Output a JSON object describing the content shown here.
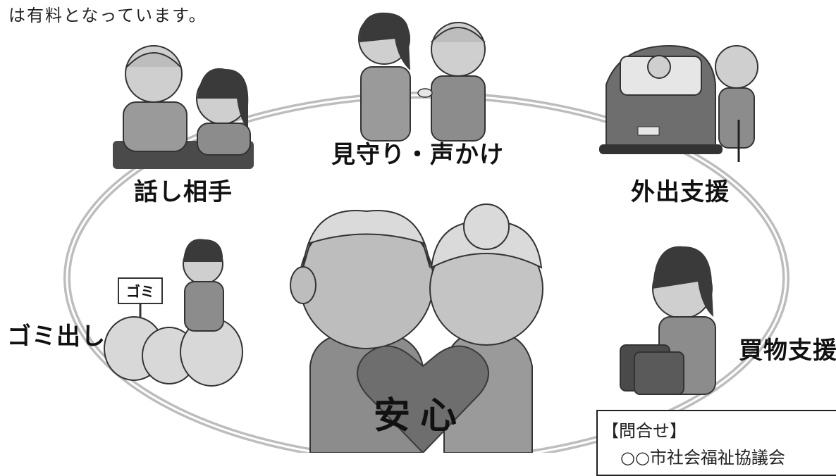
{
  "header_text": "は有料となっています。",
  "services": {
    "watch": "見守り・声かけ",
    "talk": "話し相手",
    "outing": "外出支援",
    "garbage": "ゴミ出し",
    "shopping": "買物支援"
  },
  "center": {
    "heart_text": "安心"
  },
  "garbage_sign": "ゴミ",
  "contact": {
    "heading": "【問合せ】",
    "org": "○○市社会福祉協議会"
  },
  "colors": {
    "ring": "#bdbdbd",
    "heart": "#6e6e6e",
    "figure_mid": "#9a9a9a",
    "figure_light": "#cfcfcf",
    "figure_dark": "#4a4a4a"
  },
  "icons": [
    "talk-scene-icon",
    "watch-scene-icon",
    "car-outing-icon",
    "garbage-scene-icon",
    "shopping-scene-icon",
    "elderly-couple-icon",
    "heart-icon"
  ]
}
